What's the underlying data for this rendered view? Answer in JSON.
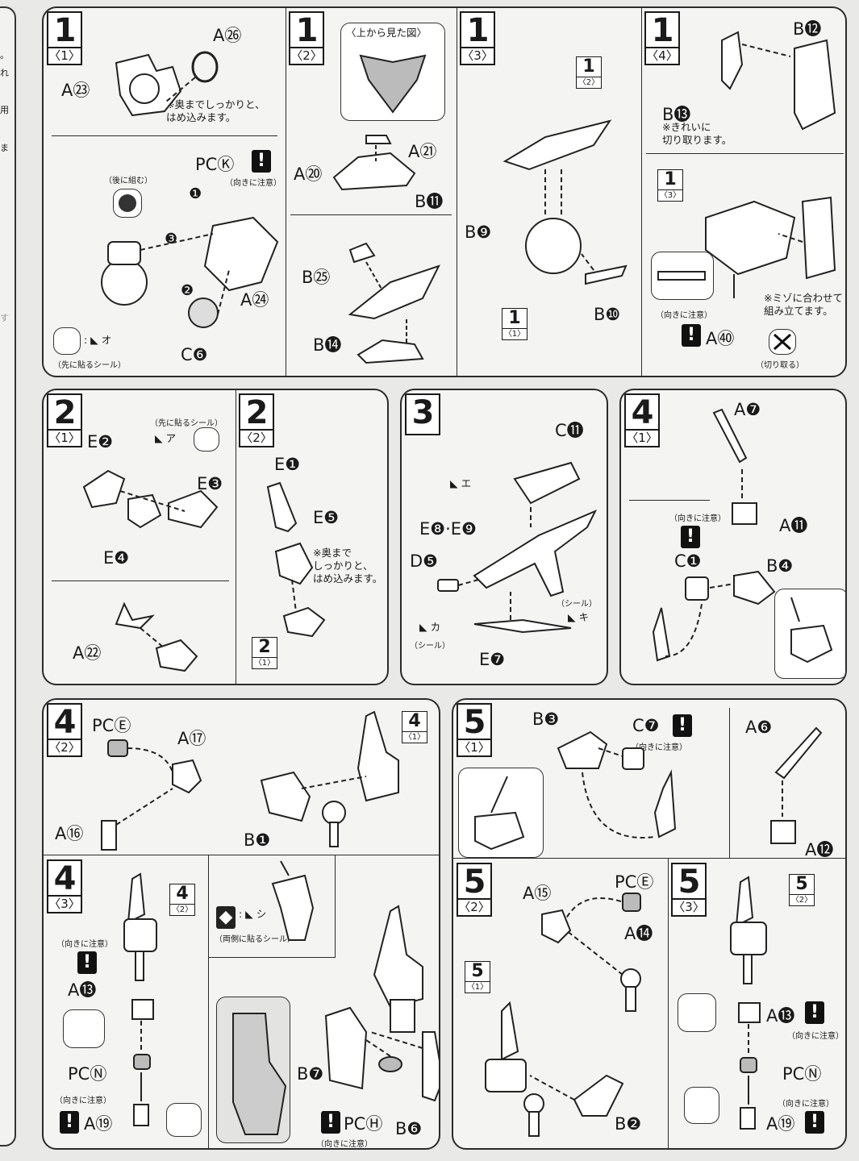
{
  "prev_page_fragments": [
    "。",
    "れ",
    "用",
    "ま",
    "す"
  ],
  "steps": {
    "s1_1": {
      "num": "1",
      "sub": "〈1〉",
      "labels": {
        "a26": "A㉖",
        "a23": "A㉓",
        "pck": "PCⓀ",
        "a24": "A㉔",
        "c6": "C❻"
      },
      "note_press": "※奥までしっかりと、\nはめ込みます。",
      "note_back": "（後に組む）",
      "note_facing": "（向きに注意）",
      "note_sticker_first": "（先に貼るシール）",
      "sticker": "オ",
      "order": [
        "❶",
        "❷",
        "❸"
      ]
    },
    "s1_2": {
      "num": "1",
      "sub": "〈2〉",
      "labels": {
        "a21": "A㉑",
        "a20": "A⑳",
        "b11": "B⓫",
        "b25": "B㉕",
        "b14": "B⓮"
      },
      "top_view": "〈上から見た図〉"
    },
    "s1_3": {
      "num": "1",
      "sub": "〈3〉",
      "labels": {
        "b9": "B❾",
        "b10": "B❿"
      },
      "refs": [
        {
          "n": "1",
          "s": "〈2〉"
        },
        {
          "n": "1",
          "s": "〈1〉"
        }
      ]
    },
    "s1_4": {
      "num": "1",
      "sub": "〈4〉",
      "labels": {
        "b12": "B⓬",
        "b13": "B⓭",
        "a40": "A㊵"
      },
      "note_cut": "※きれいに\n切り取ります。",
      "note_groove": "※ミゾに合わせて\n組み立てます。",
      "note_facing": "（向きに注意）",
      "note_cutoff": "（切り取る）",
      "refs": [
        {
          "n": "1",
          "s": "〈3〉"
        }
      ]
    },
    "s2_1": {
      "num": "2",
      "sub": "〈1〉",
      "labels": {
        "e2": "E❷",
        "e3": "E❸",
        "e4": "E❹",
        "a22": "A㉒"
      },
      "note_sticker_first": "（先に貼るシール）",
      "sticker": "ア"
    },
    "s2_2": {
      "num": "2",
      "sub": "〈2〉",
      "labels": {
        "e1": "E❶",
        "e5": "E❺"
      },
      "note_press": "※奥まで\nしっかりと、\nはめ込みます。",
      "refs": [
        {
          "n": "2",
          "s": "〈1〉"
        }
      ]
    },
    "s3": {
      "num": "3",
      "labels": {
        "c11": "C⓫",
        "e89": "E❽·E❾",
        "d5": "D❺",
        "e7": "E❼"
      },
      "stickers": {
        "e": "エ",
        "ka": "カ",
        "ki": "キ"
      },
      "note_sticker": "（シール）"
    },
    "s4_1": {
      "num": "4",
      "sub": "〈1〉",
      "labels": {
        "a7": "A❼",
        "a11": "A⓫",
        "c1": "C❶",
        "b4": "B❹"
      },
      "note_facing": "（向きに注意）"
    },
    "s4_2": {
      "num": "4",
      "sub": "〈2〉",
      "labels": {
        "pce": "PCⒺ",
        "a17": "A⑰",
        "a16": "A⑯",
        "b1": "B❶"
      },
      "refs": [
        {
          "n": "4",
          "s": "〈1〉"
        }
      ]
    },
    "s4_3": {
      "num": "4",
      "sub": "〈3〉",
      "labels": {
        "a13": "A⓭",
        "pcn": "PCⓃ",
        "a19": "A⑲",
        "b7": "B❼",
        "pch": "PCⒽ",
        "b6": "B❻"
      },
      "note_facing": "（向きに注意）",
      "note_both_sides": "（両側に貼るシール）",
      "sticker": "シ",
      "refs": [
        {
          "n": "4",
          "s": "〈2〉"
        }
      ]
    },
    "s5_1": {
      "num": "5",
      "sub": "〈1〉",
      "labels": {
        "b3": "B❸",
        "c7": "C❼",
        "a6": "A❻",
        "a12": "A⓬"
      },
      "note_facing": "（向きに注意）"
    },
    "s5_2": {
      "num": "5",
      "sub": "〈2〉",
      "labels": {
        "a15": "A⑮",
        "pce": "PCⒺ",
        "a14": "A⓮",
        "b2": "B❷"
      },
      "refs": [
        {
          "n": "5",
          "s": "〈1〉"
        }
      ]
    },
    "s5_3": {
      "num": "5",
      "sub": "〈3〉",
      "labels": {
        "a13": "A⓭",
        "pcn": "PCⓃ",
        "a19": "A⑲"
      },
      "note_facing": "（向きに注意）",
      "refs": [
        {
          "n": "5",
          "s": "〈2〉"
        }
      ]
    }
  }
}
